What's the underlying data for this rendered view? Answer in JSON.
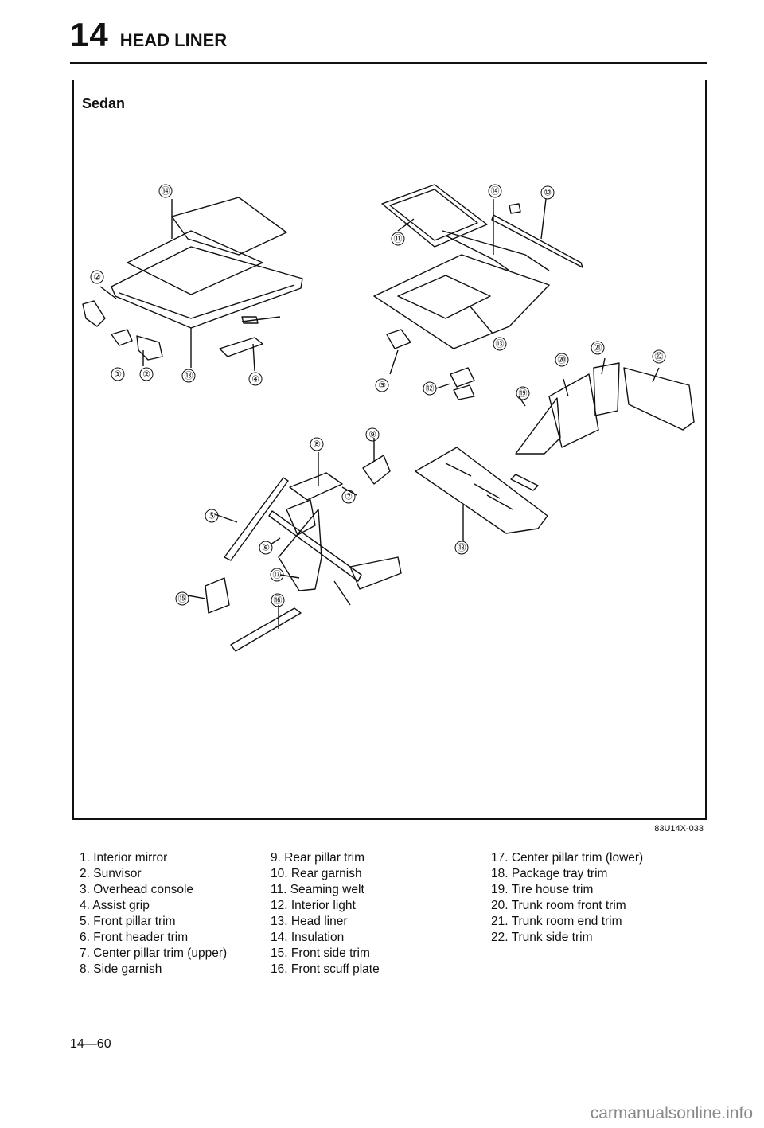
{
  "header": {
    "chapter": "14",
    "title": "HEAD LINER"
  },
  "figure": {
    "label": "Sedan",
    "code": "83U14X-033",
    "callouts": [
      {
        "n": "1",
        "t": "①"
      },
      {
        "n": "2",
        "t": "②"
      },
      {
        "n": "2b",
        "t": "②"
      },
      {
        "n": "3",
        "t": "③"
      },
      {
        "n": "4",
        "t": "④"
      },
      {
        "n": "5",
        "t": "⑤"
      },
      {
        "n": "6",
        "t": "⑥"
      },
      {
        "n": "7",
        "t": "⑦"
      },
      {
        "n": "8",
        "t": "⑧"
      },
      {
        "n": "9",
        "t": "⑨"
      },
      {
        "n": "10",
        "t": "⑩"
      },
      {
        "n": "11",
        "t": "⑪"
      },
      {
        "n": "12",
        "t": "⑫"
      },
      {
        "n": "13",
        "t": "⑬"
      },
      {
        "n": "13b",
        "t": "⑬"
      },
      {
        "n": "14",
        "t": "⑭"
      },
      {
        "n": "14b",
        "t": "⑭"
      },
      {
        "n": "15",
        "t": "⑮"
      },
      {
        "n": "16",
        "t": "⑯"
      },
      {
        "n": "17",
        "t": "⑰"
      },
      {
        "n": "18",
        "t": "⑱"
      },
      {
        "n": "19",
        "t": "⑲"
      },
      {
        "n": "20",
        "t": "⑳"
      },
      {
        "n": "21",
        "t": "㉑"
      },
      {
        "n": "22",
        "t": "㉒"
      }
    ]
  },
  "legend": {
    "col1": [
      "1. Interior mirror",
      "2. Sunvisor",
      "3. Overhead console",
      "4. Assist grip",
      "5. Front pillar trim",
      "6. Front header trim",
      "7. Center pillar trim (upper)",
      "8. Side garnish"
    ],
    "col2": [
      "9. Rear pillar trim",
      "10. Rear garnish",
      "11. Seaming welt",
      "12. Interior light",
      "13. Head liner",
      "14. Insulation",
      "15. Front side trim",
      "16. Front scuff plate"
    ],
    "col3": [
      "17. Center pillar trim (lower)",
      "18. Package tray trim",
      "19. Tire house trim",
      "20. Trunk room front trim",
      "21. Trunk room end trim",
      "22. Trunk side trim"
    ]
  },
  "page_number": "14—60",
  "watermark": "carmanualsonline.info"
}
